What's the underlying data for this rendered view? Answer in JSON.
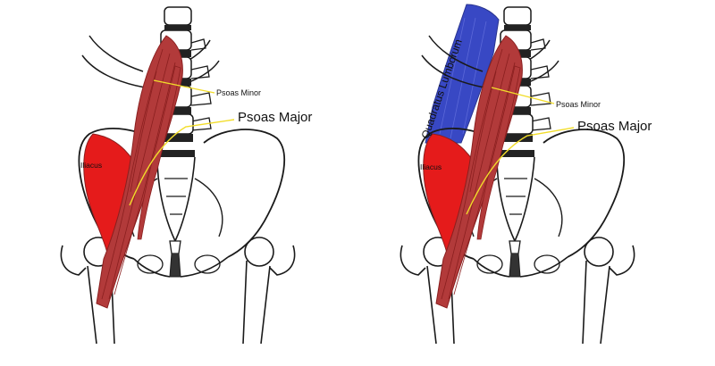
{
  "colors": {
    "outline": "#1a1a1a",
    "disc": "#222222",
    "muscle_red": "#e51b1b",
    "psoas_red": "#b23a3a",
    "psoas_fibre": "#8a1f1f",
    "quadratus_blue": "#3848c4",
    "leader_yellow": "#f2dd2a"
  },
  "panels": [
    {
      "labels": {
        "psoas_minor": "Psoas Minor",
        "psoas_major": "Psoas Major",
        "iliacus": "Iliacus"
      }
    },
    {
      "labels": {
        "quadratus_lumborum": "Quadratus Lumborum",
        "psoas_minor": "Psoas Minor",
        "psoas_major": "Psoas Major",
        "iliacus": "Iliacus"
      }
    }
  ]
}
